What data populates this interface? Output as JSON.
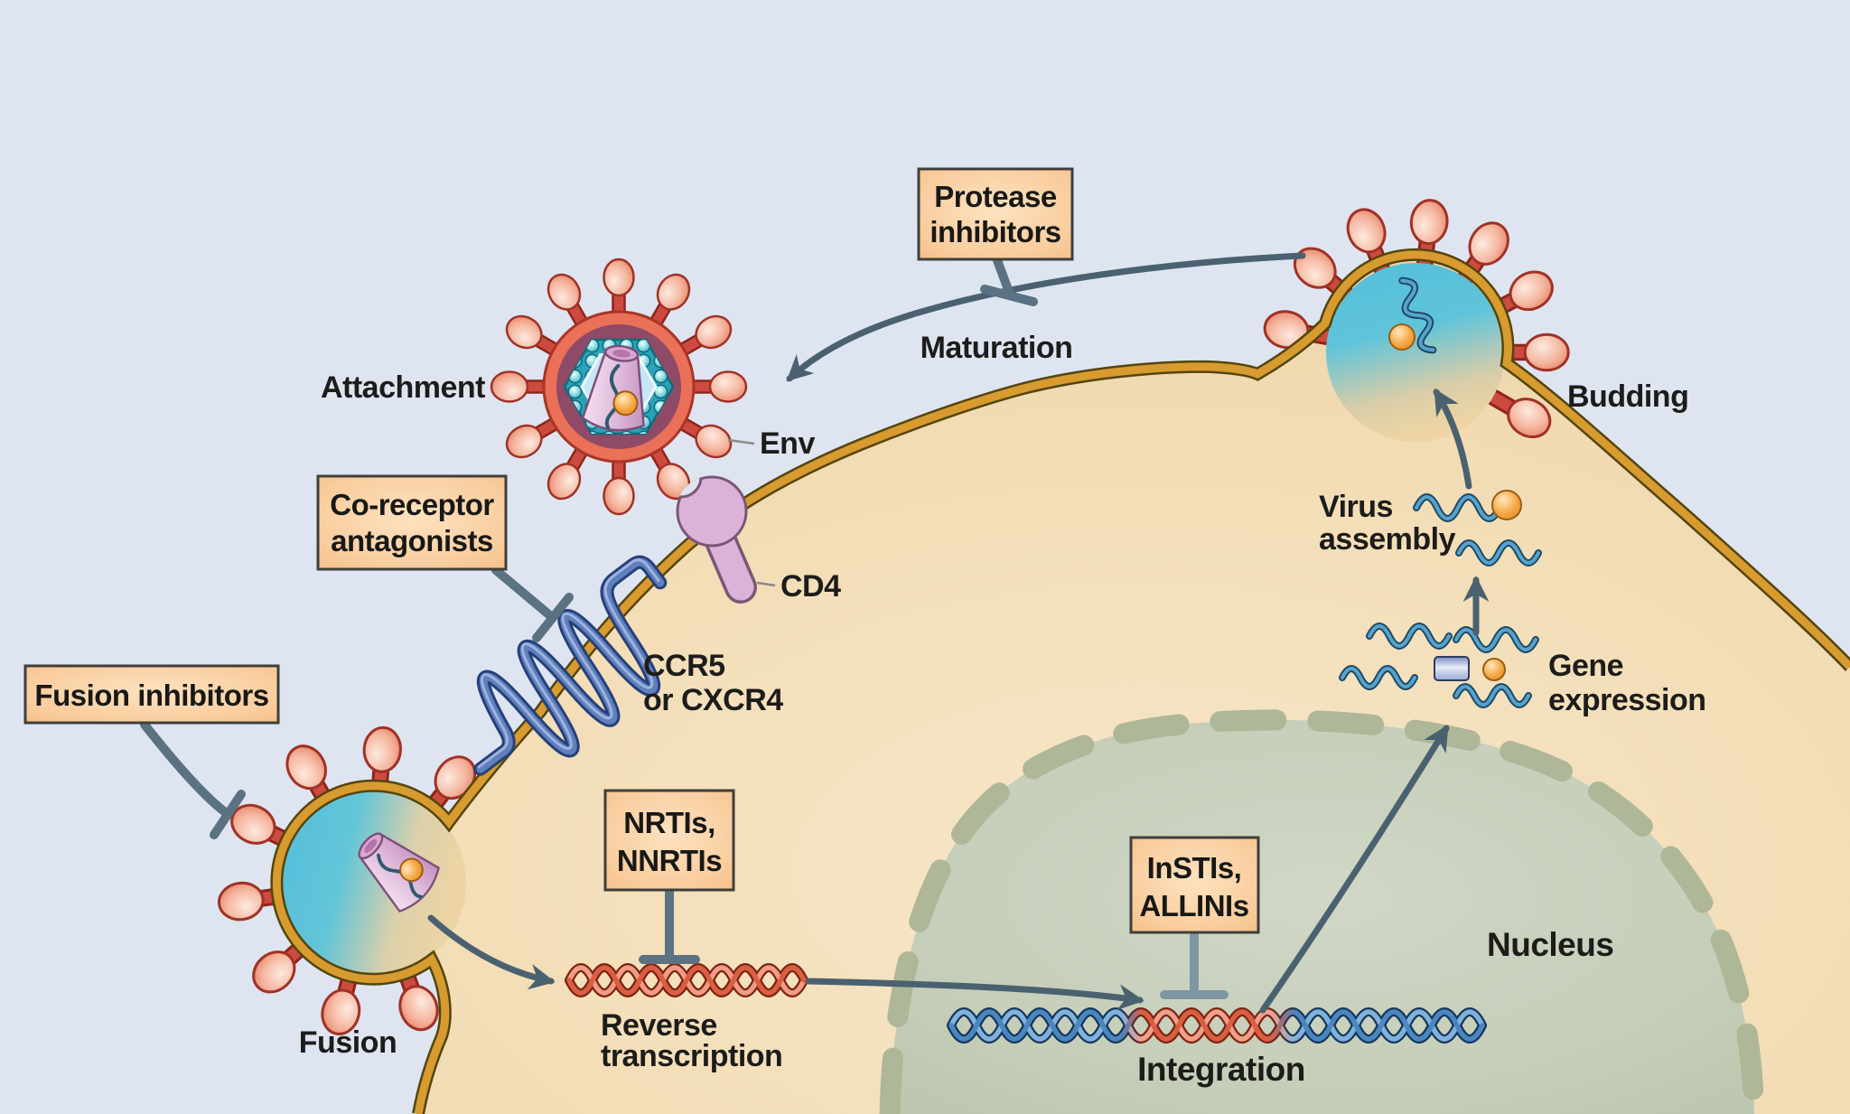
{
  "figure": {
    "background": "#dee5f1",
    "palette": {
      "background": "#dee5f1",
      "membrane_gold": "#d79b2f",
      "membrane_edge": "#54450f",
      "cytoplasm": "#f2dcb4",
      "nucleus_fill": "#c6cfba",
      "nucleus_border": "#aeb797",
      "arrow": "#4a6170",
      "inhibitor_bar": "#5a7282",
      "inhibitor_bar_light": "#7e96a4",
      "box_fill": "#f9cd9e",
      "box_border": "#3f3e3a",
      "label_text": "#1c1c1a",
      "spike_red": "#cd4b3e",
      "knob_pink": "#f5b69f",
      "envelope_ring": "#ea7058",
      "matrix_maroon": "#8e4a66",
      "capsid_teal": "#2aa3b8",
      "capsid_inner_blue": "#c6e6f8",
      "core_mauve": "#ddb7d9",
      "viral_rna_blue": "#2e7296",
      "protein_orange": "#f5a845",
      "helix_red": "#d95f43",
      "helix_blue": "#4a86c0",
      "coreceptor_blue": "#5f80bd",
      "cd4_purple": "#dcb3d8"
    }
  },
  "stages": {
    "attachment": "Attachment",
    "fusion": "Fusion",
    "reverse_transcription": [
      "Reverse",
      "transcription"
    ],
    "integration": "Integration",
    "gene_expression": [
      "Gene",
      "expression"
    ],
    "virus_assembly": [
      "Virus",
      "assembly"
    ],
    "budding": "Budding",
    "maturation": "Maturation"
  },
  "receptors": {
    "env": "Env",
    "cd4": "CD4",
    "coreceptor": [
      "CCR5",
      "or CXCR4"
    ]
  },
  "cell": {
    "nucleus_label": "Nucleus"
  },
  "drugs": {
    "protease": [
      "Protease",
      "inhibitors"
    ],
    "coreceptor_antagonists": [
      "Co-receptor",
      "antagonists"
    ],
    "fusion_inhibitors": [
      "Fusion inhibitors"
    ],
    "rt_inhibitors": [
      "NRTIs,",
      "NNRTIs"
    ],
    "integrase_inhibitors": [
      "InSTIs,",
      "ALLINIs"
    ]
  }
}
